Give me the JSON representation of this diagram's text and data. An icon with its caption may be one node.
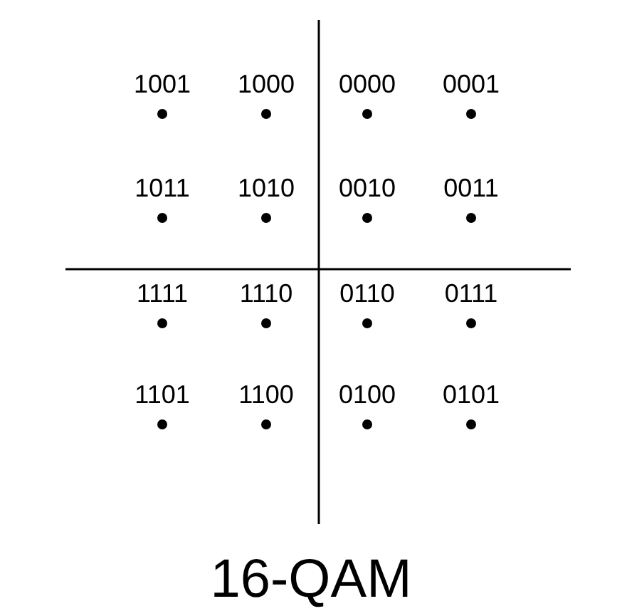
{
  "diagram": {
    "caption": "16-QAM",
    "labels": [
      "1001",
      "1000",
      "0000",
      "0001",
      "1011",
      "1010",
      "0010",
      "0011",
      "1111",
      "1110",
      "0110",
      "0111",
      "1101",
      "1100",
      "0100",
      "0101"
    ]
  }
}
